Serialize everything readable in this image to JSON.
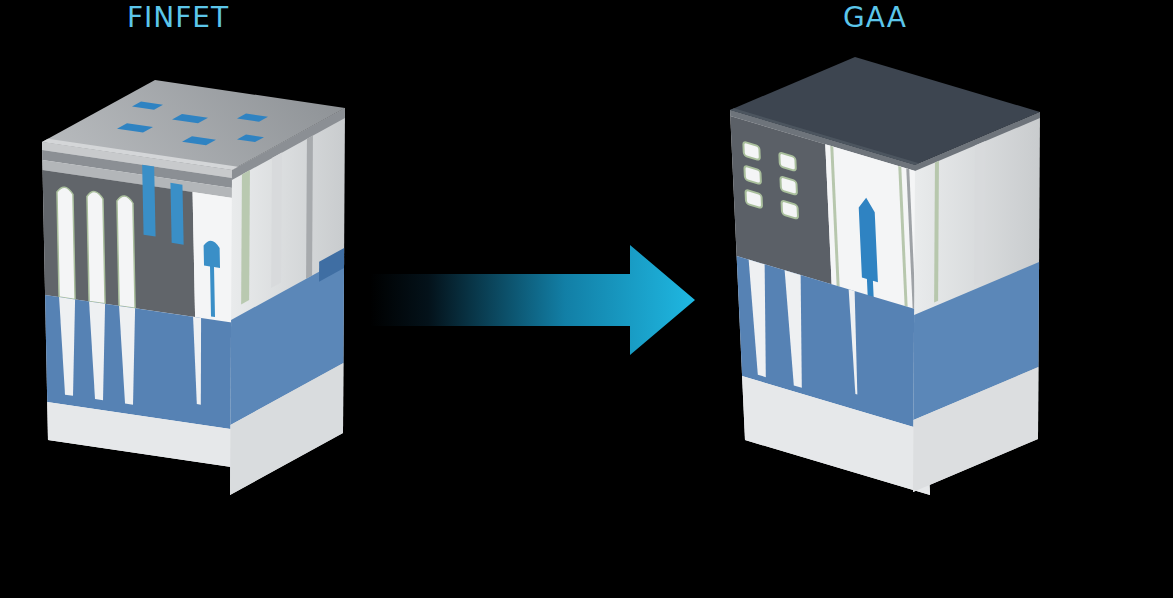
{
  "diagram": {
    "nodes": [
      {
        "text": [
          "FINFET"
        ]
      },
      {
        "text": [
          "GAA"
        ]
      }
    ],
    "edges": [
      {
        "from": 0,
        "to": 1,
        "arrow": "to"
      }
    ]
  }
}
